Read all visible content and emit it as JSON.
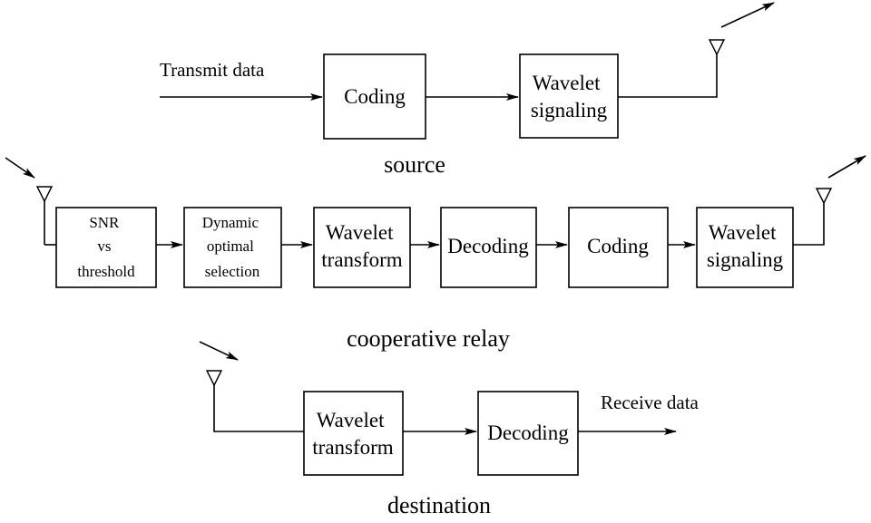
{
  "source": {
    "input_label": "Transmit data",
    "coding_label": "Coding",
    "wavelet_signaling_lines": [
      "Wavelet",
      "signaling"
    ],
    "caption": "source"
  },
  "relay": {
    "snr_lines": [
      "SNR",
      "vs",
      "threshold"
    ],
    "selection_lines": [
      "Dynamic",
      "optimal",
      "selection"
    ],
    "wavelet_transform_lines": [
      "Wavelet",
      "transform"
    ],
    "decoding_label": "Decoding",
    "coding_label": "Coding",
    "wavelet_signaling_lines": [
      "Wavelet",
      "signaling"
    ],
    "caption": "cooperative relay"
  },
  "destination": {
    "wavelet_transform_lines": [
      "Wavelet",
      "transform"
    ],
    "decoding_label": "Decoding",
    "output_label": "Receive data",
    "caption": "destination"
  }
}
